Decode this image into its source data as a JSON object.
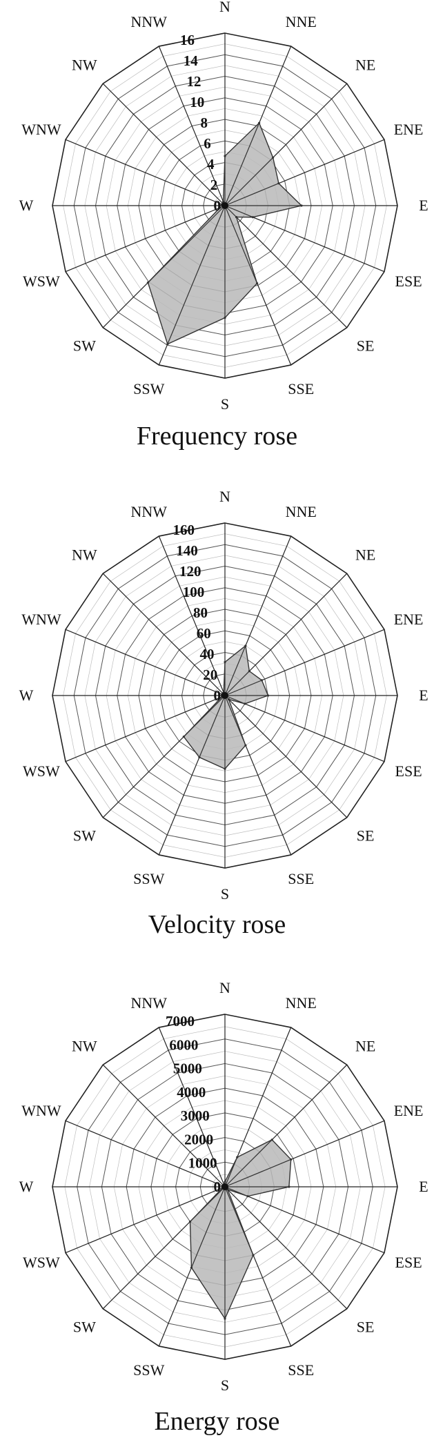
{
  "directions": [
    "N",
    "NNE",
    "NE",
    "ENE",
    "E",
    "ESE",
    "SE",
    "SSE",
    "S",
    "SSW",
    "SW",
    "WSW",
    "W",
    "WNW",
    "NW",
    "NNW"
  ],
  "colors": {
    "fill": "#b9b9b9",
    "line": "#333333",
    "grid": "#bdbdbd"
  },
  "chart_data": [
    {
      "type": "radar",
      "caption": "Frequency rose",
      "max": 16,
      "ticks": [
        "0",
        "2",
        "4",
        "6",
        "8",
        "10",
        "12",
        "14",
        "16"
      ],
      "tick_values": [
        0,
        2,
        4,
        6,
        8,
        10,
        12,
        14,
        16
      ],
      "minor_step": 1,
      "categories": [
        "N",
        "NNE",
        "NE",
        "ENE",
        "E",
        "ESE",
        "SE",
        "SSE",
        "S",
        "SSW",
        "SW",
        "WSW",
        "W",
        "WNW",
        "NW",
        "NNW"
      ],
      "values": [
        4.6,
        8.3,
        6.3,
        5.4,
        7.1,
        2.8,
        1.5,
        7.8,
        10.4,
        13.9,
        10.1,
        0.5,
        0.5,
        0.3,
        0.3,
        0.4
      ]
    },
    {
      "type": "radar",
      "caption": "Velocity rose",
      "max": 160,
      "ticks": [
        "0",
        "20",
        "40",
        "60",
        "80",
        "100",
        "120",
        "140",
        "160"
      ],
      "tick_values": [
        0,
        20,
        40,
        60,
        80,
        100,
        120,
        140,
        160
      ],
      "minor_step": 10,
      "categories": [
        "N",
        "NNE",
        "NE",
        "ENE",
        "E",
        "ESE",
        "SE",
        "SSE",
        "S",
        "SSW",
        "SW",
        "WSW",
        "W",
        "WNW",
        "NW",
        "NNW"
      ],
      "values": [
        31,
        50,
        32,
        37,
        40,
        20,
        5,
        50,
        68,
        62,
        54,
        3,
        3,
        3,
        3,
        3
      ]
    },
    {
      "type": "radar",
      "caption": "Energy rose",
      "max": 7000,
      "ticks": [
        "0",
        "1000",
        "2000",
        "3000",
        "4000",
        "5000",
        "6000",
        "7000"
      ],
      "tick_values": [
        0,
        1000,
        2000,
        3000,
        4000,
        5000,
        6000,
        7000
      ],
      "minor_step": 500,
      "categories": [
        "N",
        "NNE",
        "NE",
        "ENE",
        "E",
        "ESE",
        "SE",
        "SSE",
        "S",
        "SSW",
        "SW",
        "WSW",
        "W",
        "WNW",
        "NW",
        "NNW"
      ],
      "values": [
        200,
        1300,
        2700,
        2900,
        2600,
        1000,
        150,
        3000,
        5350,
        3550,
        2000,
        100,
        100,
        100,
        100,
        100
      ]
    }
  ]
}
